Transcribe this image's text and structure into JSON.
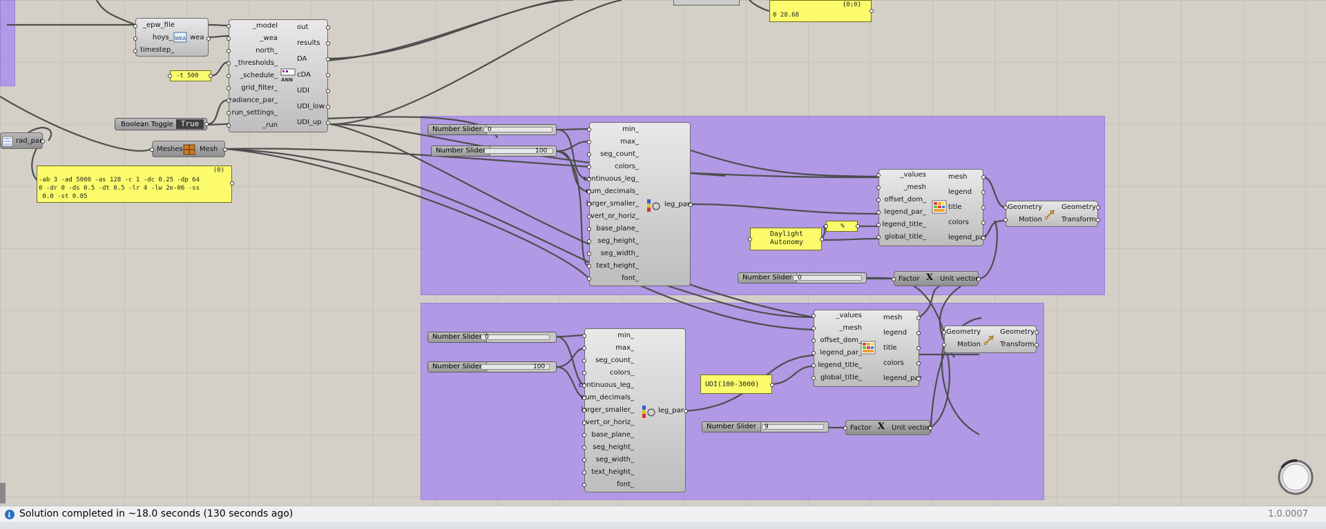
{
  "status": {
    "message": "Solution completed in ~18.0 seconds (130 seconds ago)",
    "version": "1.0.0007"
  },
  "top_panel": {
    "index": "{0;0}",
    "value": "0 28.68"
  },
  "threshold_panel": {
    "value": "-t 500"
  },
  "rad_panel": {
    "index": "(0)",
    "value": "-ab 3 -ad 5000 -as 128 -c 1 -dc 0.25 -dp 64\n0 -dr 0 -ds 0.5 -dt 0.5 -lr 4 -lw 2e-06 -ss\n 0.0 -st 0.85"
  },
  "daylight_panel": {
    "value": "Daylight\nAutonomy"
  },
  "percent_panel": {
    "value": "%"
  },
  "udi_panel": {
    "value": "UDI(100-3000)"
  },
  "epw_comp": {
    "inputs": [
      "_epw_file",
      "hoys_",
      "timestep_"
    ],
    "output": "wea",
    "icon": "wea-icon"
  },
  "da_comp": {
    "inputs": [
      "_model",
      "_wea",
      "north_",
      "_thresholds_",
      "_schedule_",
      "grid_filter_",
      "radiance_par_",
      "run_settings_",
      "_run"
    ],
    "outputs": [
      "out",
      "results",
      "DA",
      "cDA",
      "UDI",
      "UDI_low",
      "UDI_up"
    ],
    "icon": "annual-daylight-icon"
  },
  "radpar_comp": {
    "output": "rad_par"
  },
  "boolean_toggle": {
    "name": "Boolean Toggle",
    "value": "True"
  },
  "meshes_comp": {
    "input": "Meshes",
    "output": "Mesh"
  },
  "legend_par_inputs": [
    "min_",
    "max_",
    "seg_count_",
    "colors_",
    "continuous_leg_",
    "num_decimals_",
    "larger_smaller_",
    "vert_or_horiz_",
    "base_plane_",
    "seg_height_",
    "seg_width_",
    "text_height_",
    "font_"
  ],
  "legend_par_output": "leg_par",
  "spatial_comp": {
    "inputs": [
      "_values",
      "_mesh",
      "offset_dom_",
      "legend_par_",
      "legend_title_",
      "global_title_"
    ],
    "outputs": [
      "mesh",
      "legend",
      "title",
      "colors",
      "legend_par"
    ]
  },
  "move_comp": {
    "inputs": [
      "Geometry",
      "Motion"
    ],
    "outputs": [
      "Geometry",
      "Transform"
    ]
  },
  "vector_comp": {
    "input": "Factor",
    "output": "Unit vector",
    "icon_label": "X"
  },
  "sliders": {
    "name": "Number Slider",
    "a_min": "0",
    "a_max": "100",
    "a_factor": "0",
    "b_min": "0",
    "b_max": "100",
    "b_factor": "9"
  }
}
